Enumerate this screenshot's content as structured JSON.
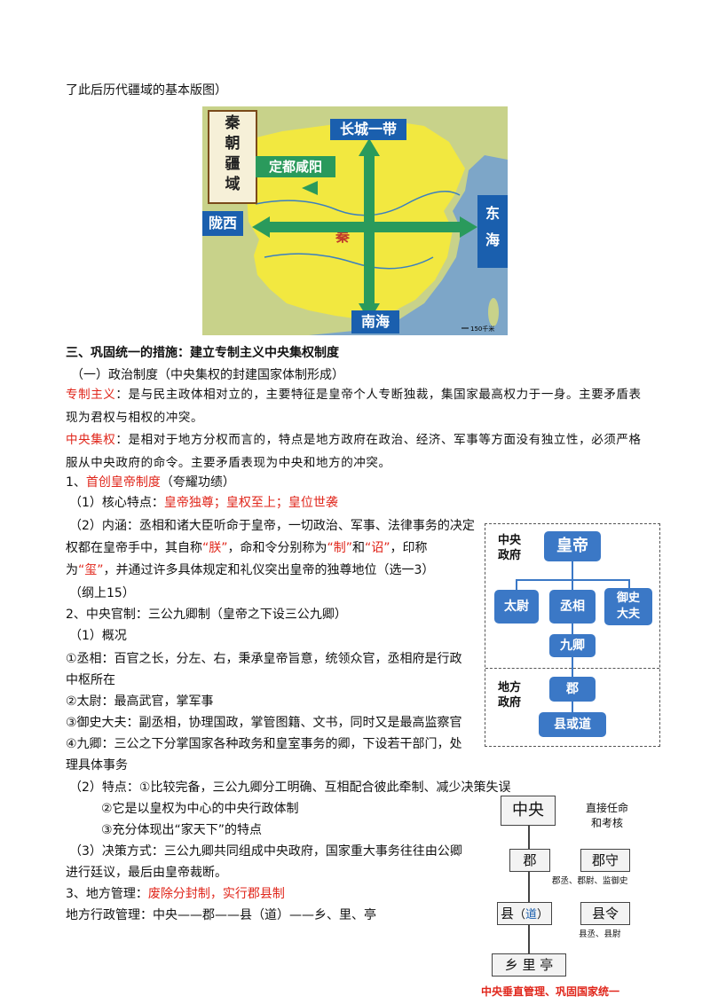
{
  "intro_line": "了此后历代疆域的基本版图）",
  "map": {
    "title_chars": [
      "秦",
      "朝",
      "疆",
      "域"
    ],
    "label_north": "长城一带",
    "label_capital": "定都咸阳",
    "label_west": "陇西",
    "label_east_chars": [
      "东",
      "海"
    ],
    "label_south": "南海",
    "label_center": "秦",
    "scale": "150千米",
    "colors": {
      "land": "#f2e840",
      "sea": "#7da6c8",
      "arrow": "#2a9a5c",
      "label_bg": "#1a5fae"
    }
  },
  "section3_title": "三、巩固统一的措施：建立专制主义中央集权制度",
  "sub1_title": "（一）政治制度（中央集权的封建国家体制形成）",
  "def1": {
    "term": "专制主义",
    "sep": "：",
    "text": "是与民主政体相对立的，主要特征是皇帝个人专断独裁，集国家最高权力于一身。主要矛盾表现为君权与相权的冲突。"
  },
  "def2": {
    "term": "中央集权",
    "sep": "：",
    "text": "是相对于地方分权而言的，特点是地方政府在政治、经济、军事等方面没有独立性，必须严格服从中央政府的命令。主要矛盾表现为中央和地方的冲突。"
  },
  "item1": {
    "prefix": "1、",
    "red": "首创皇帝制度",
    "suffix": "（夸耀功绩）"
  },
  "item1_1": {
    "prefix": "（1）核心特点：",
    "red": "皇帝独尊；皇权至上；皇位世袭"
  },
  "item1_2": {
    "l1": "（2）内涵：丞相和诸大臣听命于皇帝，一切政治、军事、法律事务的决定",
    "l2a": "权都在皇帝手中，其自称",
    "q1": "“朕”",
    "l2b": "，命和令分别称为",
    "q2": "“制”",
    "l2c": "和",
    "q3": "“诏”",
    "l2d": "，印称",
    "l3a": "为",
    "q4": "“玺”",
    "l3b": "，并通过许多具体规定和礼仪突出皇帝的独尊地位（选一3）",
    "l4": "（纲上15）"
  },
  "item2": "2、中央官制：三公九卿制（皇帝之下设三公九卿）",
  "item2_1": "（1）概况",
  "item2_a1": "①丞相：百官之长，分左、右，秉承皇帝旨意，统领众官，丞相府是行政",
  "item2_a2": "中枢所在",
  "item2_b": "②太尉：最高武官，掌军事",
  "item2_c": "③御史大夫：副丞相，协理国政，掌管图籍、文书，同时又是最高监察官",
  "item2_d1": "④九卿：三公之下分掌国家各种政务和皇室事务的卿，下设若干部门，处",
  "item2_d2": "理具体事务",
  "item2_2a": "（2）特点：①比较完备，三公九卿分工明确、互相配合彼此牵制、减少决策失误",
  "item2_2b": "②它是以皇权为中心的中央行政体制",
  "item2_2c": "③充分体现出“家天下”的特点",
  "item2_3a": "（3）决策方式：三公九卿共同组成中央政府，国家重大事务往往由公卿",
  "item2_3b": "进行廷议，最后由皇帝裁断。",
  "item3": {
    "prefix": "3、地方管理：",
    "red": "废除分封制，实行郡县制"
  },
  "item3_line": "地方行政管理：中央——郡——县（道）——乡、里、亭",
  "org": {
    "central_label": "中央\n政府",
    "emperor": "皇帝",
    "taiwei": "太尉",
    "chengxiang": "丞相",
    "yushi": "御史\n大夫",
    "jiuqing": "九卿",
    "local_label": "地方\n政府",
    "jun": "郡",
    "xian": "县或道"
  },
  "admin": {
    "center": "中央",
    "direct_note": "直接任命\n和考核",
    "jun": "郡",
    "junshou": "郡守",
    "junshou_sub": "郡丞、郡尉、监御史",
    "xian": "县",
    "dao": "道",
    "xianling": "县令",
    "xianling_sub": "县丞、县尉",
    "xiang": "乡 里 亭",
    "footer": "中央垂直管理、巩固国家统一"
  }
}
